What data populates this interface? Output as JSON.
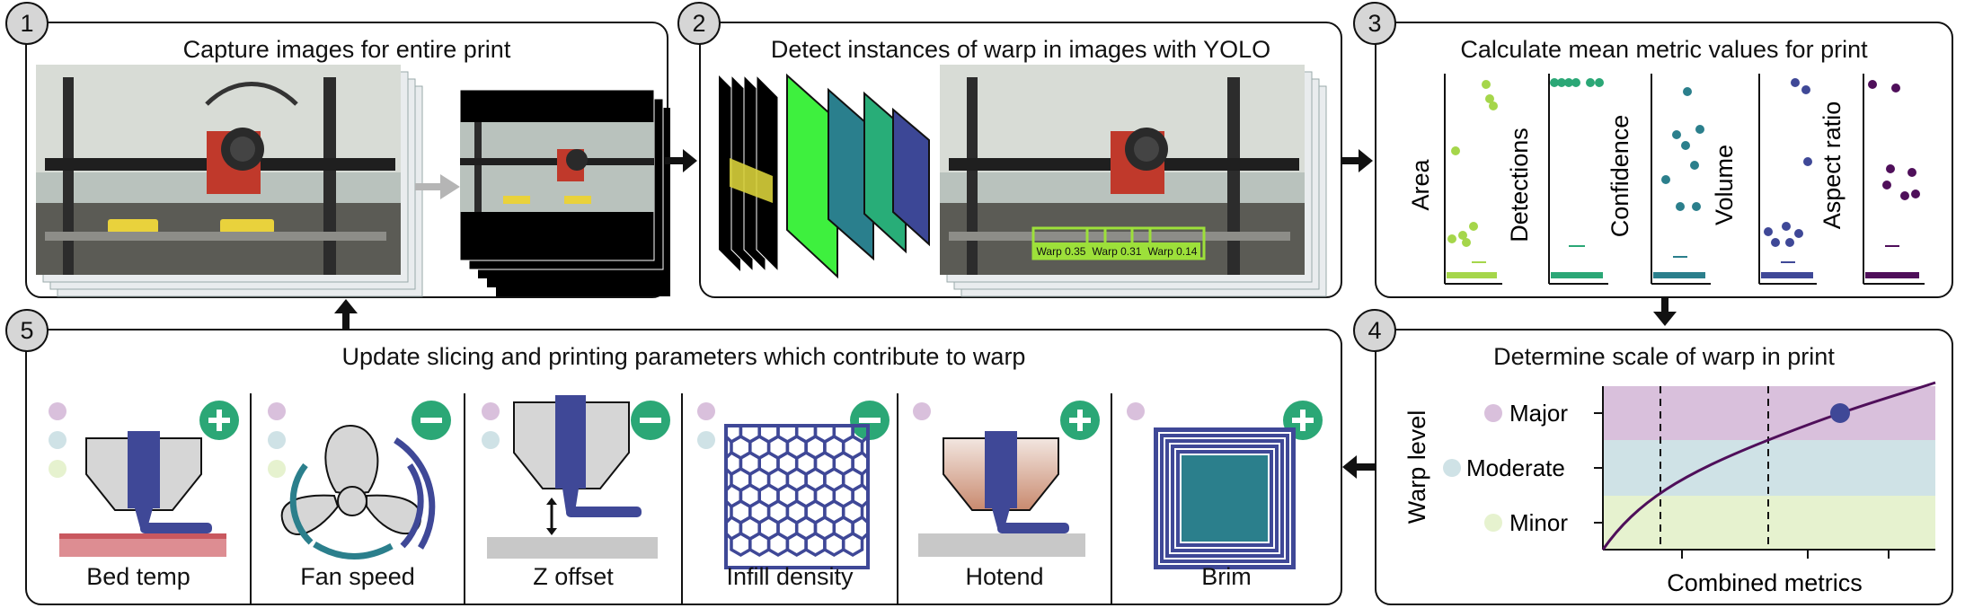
{
  "steps": {
    "s1": {
      "num": "1",
      "title": "Capture images for entire print"
    },
    "s2": {
      "num": "2",
      "title": "Detect instances of warp in images with YOLO",
      "detections": [
        "Warp 0.35",
        "Warp 0.31",
        "Warp 0.14"
      ]
    },
    "s3": {
      "num": "3",
      "title": "Calculate mean metric values for print",
      "metrics": [
        "Area",
        "Detections",
        "Confidence",
        "Volume",
        "Aspect ratio"
      ]
    },
    "s4": {
      "num": "4",
      "title": "Determine scale of warp in print",
      "ylabel": "Warp level",
      "xlabel": "Combined metrics",
      "levels": [
        "Major",
        "Moderate",
        "Minor"
      ]
    },
    "s5": {
      "num": "5",
      "title": "Update slicing and printing parameters which contribute to warp",
      "params": [
        {
          "label": "Bed temp",
          "sign": "+"
        },
        {
          "label": "Fan speed",
          "sign": "−"
        },
        {
          "label": "Z offset",
          "sign": "−"
        },
        {
          "label": "Infill density",
          "sign": "−"
        },
        {
          "label": "Hotend",
          "sign": "+"
        },
        {
          "label": "Brim",
          "sign": "+"
        }
      ]
    }
  },
  "colors": {
    "major": "#d9c0dc",
    "moderate": "#cfe2e6",
    "minor": "#e6f2cf",
    "navy": "#3f4897",
    "green": "#2ba776",
    "lime": "#a5d64a",
    "teal": "#2b7f8c",
    "purple": "#4f0f5a"
  }
}
